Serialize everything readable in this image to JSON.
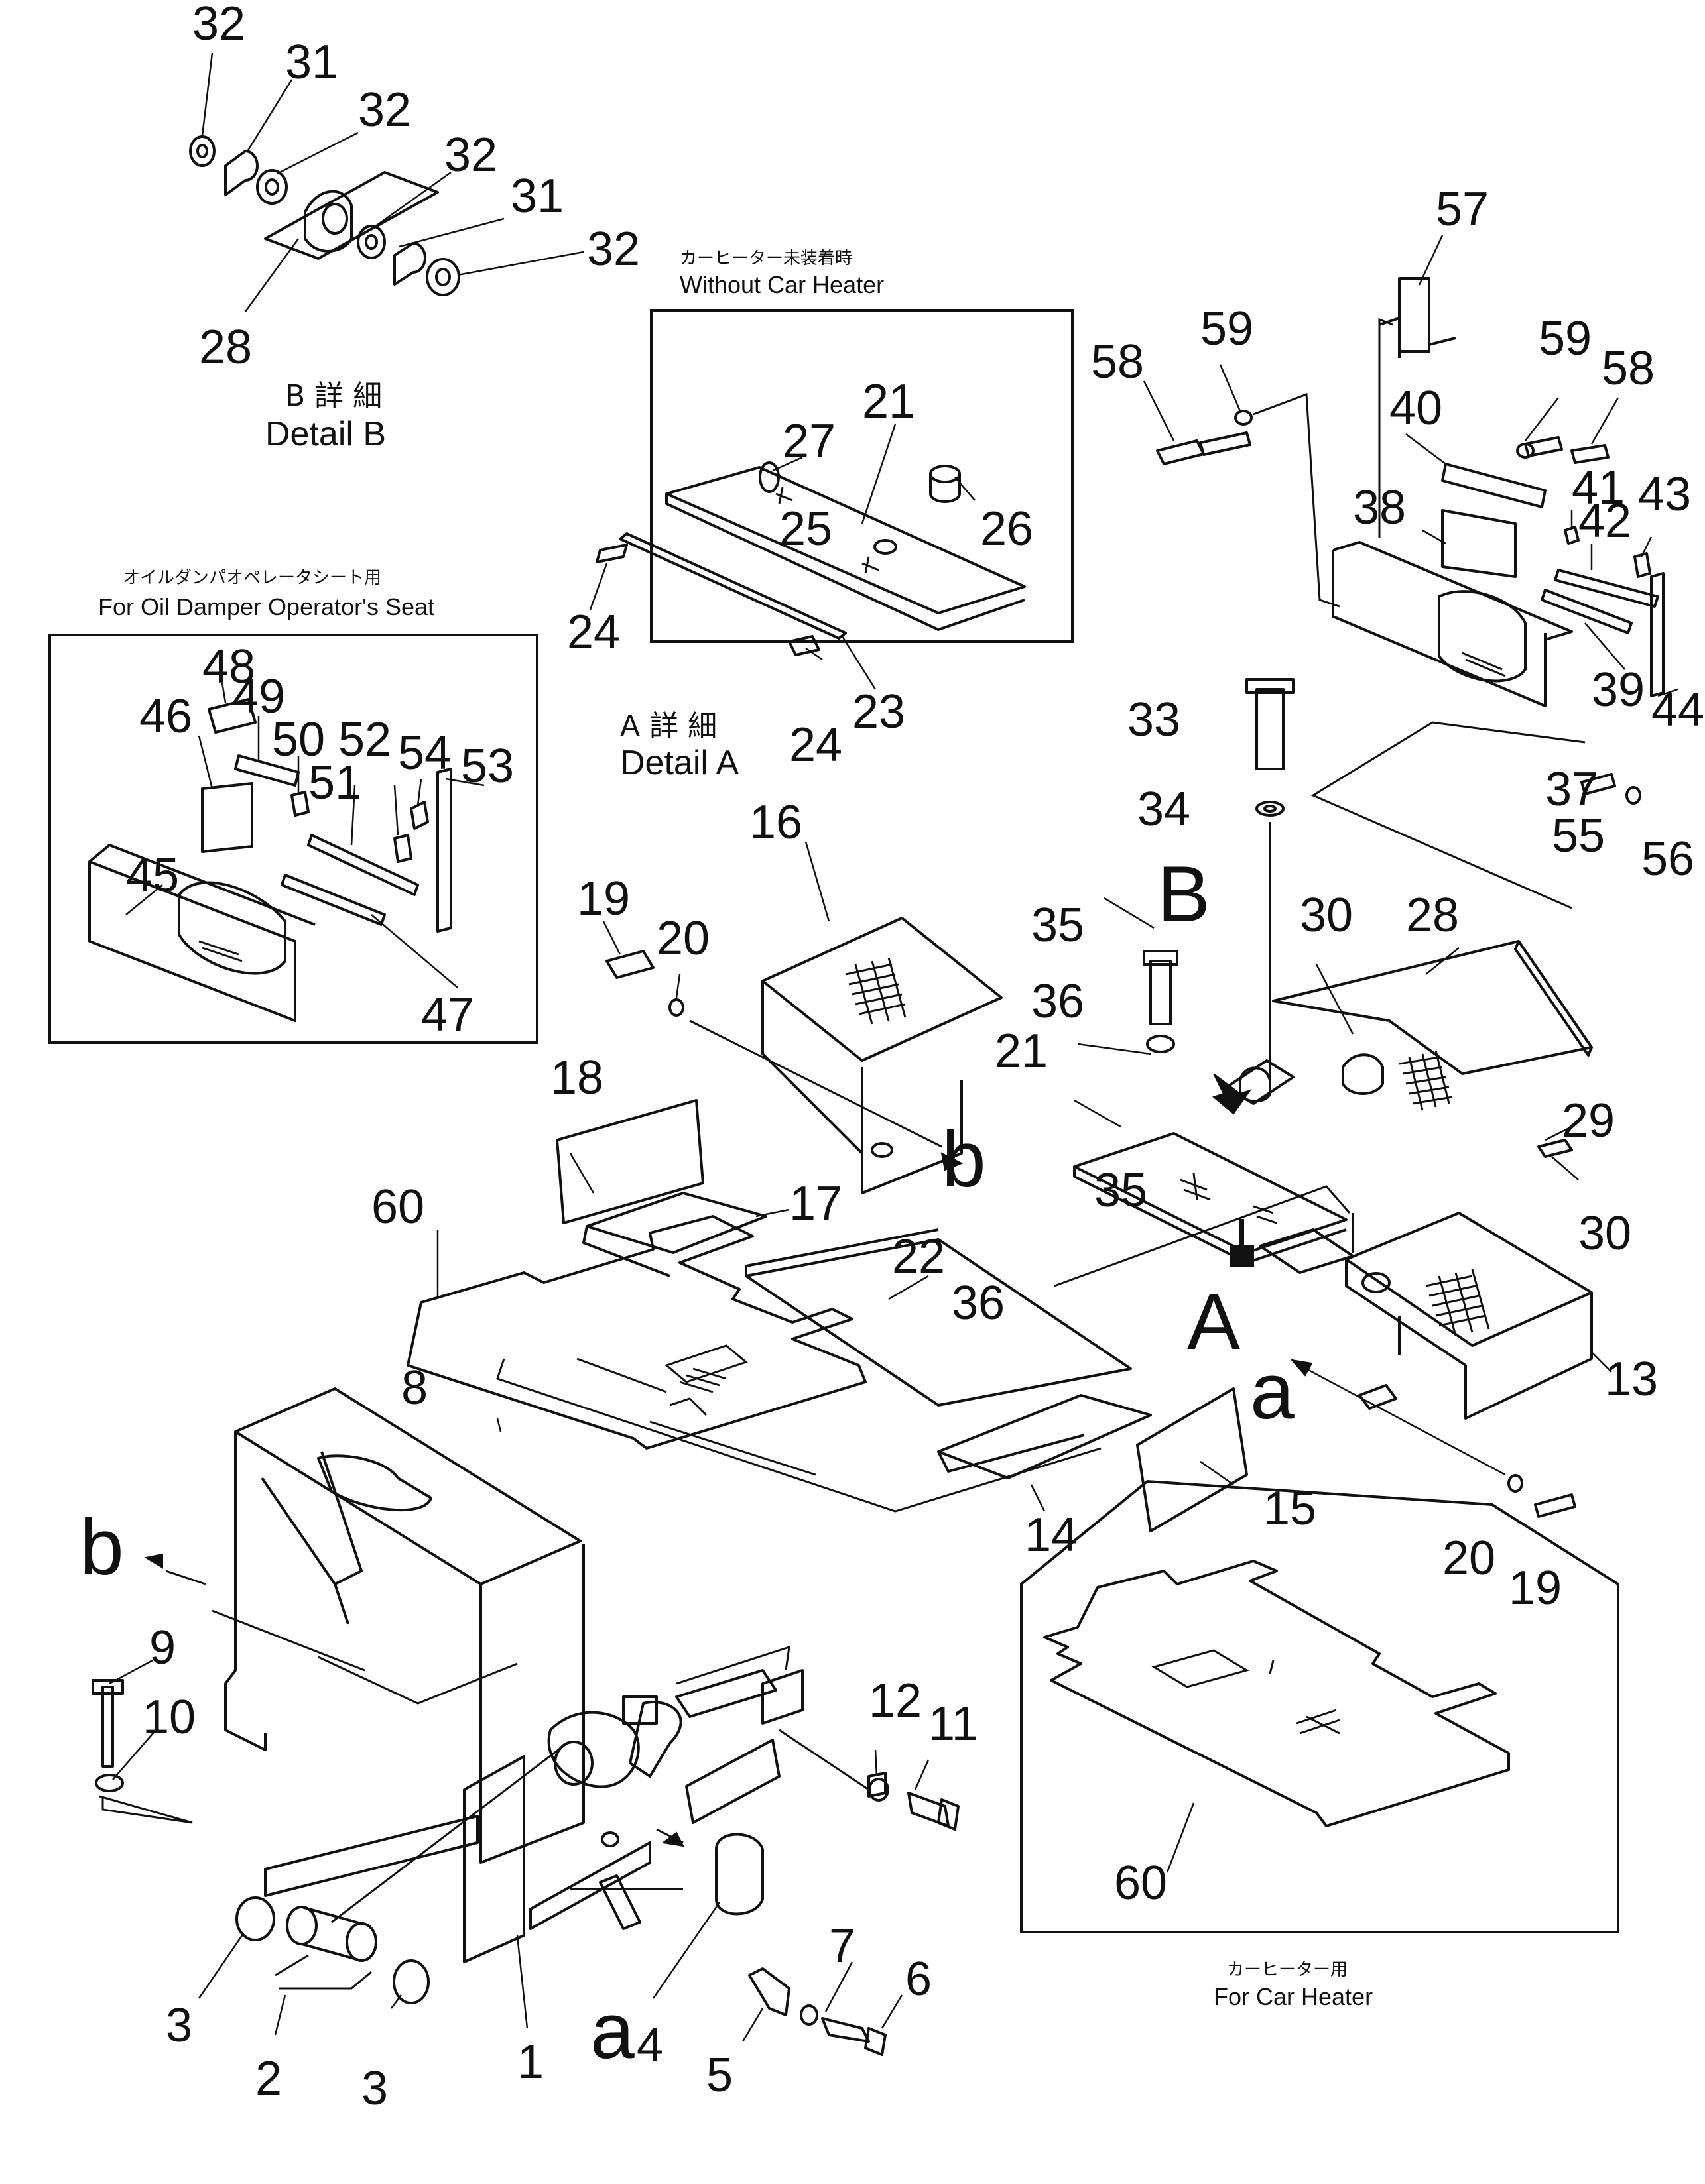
{
  "labels": {
    "p1": "1",
    "p2": "2",
    "p3a": "3",
    "p3b": "3",
    "p4": "4",
    "p5": "5",
    "p6": "6",
    "p7": "7",
    "p8": "8",
    "p9": "9",
    "p10": "10",
    "p11": "11",
    "p12": "12",
    "p13": "13",
    "p14": "14",
    "p15": "15",
    "p16": "16",
    "p17": "17",
    "p18": "18",
    "p19a": "19",
    "p19b": "19",
    "p20a": "20",
    "p20b": "20",
    "p21a": "21",
    "p21b": "21",
    "p22": "22",
    "p23": "23",
    "p24a": "24",
    "p24b": "24",
    "p25": "25",
    "p26": "26",
    "p27": "27",
    "p28a": "28",
    "p28b": "28",
    "p29": "29",
    "p30a": "30",
    "p30b": "30",
    "p31a": "31",
    "p31b": "31",
    "p32a": "32",
    "p32b": "32",
    "p32c": "32",
    "p32d": "32",
    "p33": "33",
    "p34": "34",
    "p35a": "35",
    "p35b": "35",
    "p36a": "36",
    "p36b": "36",
    "p37": "37",
    "p38": "38",
    "p39": "39",
    "p40": "40",
    "p41": "41",
    "p42": "42",
    "p43": "43",
    "p44": "44",
    "p45": "45",
    "p46": "46",
    "p47": "47",
    "p48": "48",
    "p49": "49",
    "p50": "50",
    "p51": "51",
    "p52": "52",
    "p53": "53",
    "p54": "54",
    "p55": "55",
    "p56": "56",
    "p57": "57",
    "p58a": "58",
    "p58b": "58",
    "p59a": "59",
    "p59b": "59",
    "p60a": "60",
    "p60b": "60"
  },
  "markers": {
    "A": "A",
    "B": "B",
    "a1": "a",
    "a2": "a",
    "b1": "b",
    "b2": "b"
  },
  "captions": {
    "detail_b_ja": "B 詳 細",
    "detail_b_en": "Detail B",
    "detail_a_ja": "A 詳 細",
    "detail_a_en": "Detail A",
    "without_heater_ja": "カーヒーター未装着時",
    "without_heater_en": "Without Car Heater",
    "oil_damper_ja": "オイルダンパオペレータシート用",
    "oil_damper_en": "For Oil Damper Operator's Seat",
    "car_heater_ja": "カーヒーター用",
    "car_heater_en": "For Car Heater"
  }
}
